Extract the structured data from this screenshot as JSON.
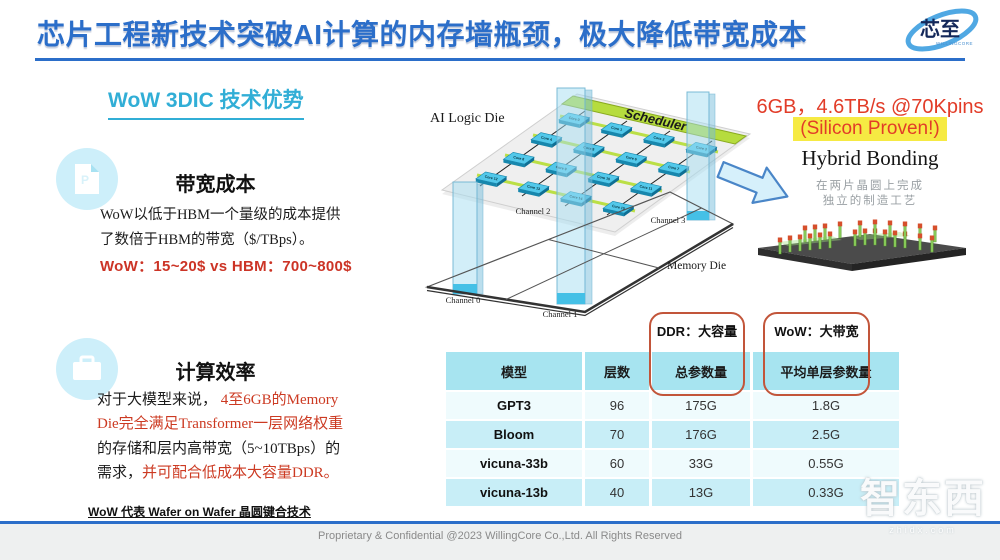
{
  "slide": {
    "title": "芯片工程新技术突破AI计算的内存墙瓶颈，极大降低带宽成本",
    "logo": {
      "name": "芯至",
      "subtitle": "WILLINGCORE"
    },
    "footer": "Proprietary & Confidential @2023 WillingCore Co.,Ltd. All Rights Reserved",
    "watermark": {
      "text": "智东西",
      "sub": "zhidx.com"
    }
  },
  "left": {
    "heading": "WoW 3DIC 技术优势",
    "bandwidth": {
      "title": "带宽成本",
      "line1": "WoW以低于HBM一个量级的成本提供",
      "line2": "了数倍于HBM的带宽（$/TBps）。",
      "highlight": "WoW：15~20$ vs HBM：700~800$"
    },
    "compute": {
      "title": "计算效率",
      "seg1": "对于大模型来说， ",
      "seg2": "4至6GB的Memory Die完全满足Transformer一层网络权重",
      "seg3": "的存储和层内高带宽（5~10TBps）的需求，",
      "seg4": "并可配合低成本大容量DDR。"
    },
    "footnote": "WoW 代表 Wafer on Wafer 晶圆键合技术"
  },
  "diagram": {
    "logic_die_label": "AI Logic Die",
    "scheduler_label": "Scheduler",
    "memory_die_label": "Memory Die",
    "channels": [
      "Channel 0",
      "Channel 1",
      "Channel 2",
      "Channel 3"
    ],
    "cores": [
      "Core 0",
      "Core 1",
      "Core 2",
      "Core 3",
      "Core 4",
      "Core 5",
      "Core 6",
      "Core 7",
      "Core 8",
      "Core 9",
      "Core 10",
      "Core 11",
      "Core 12",
      "Core 13",
      "Core 14",
      "Core 15"
    ]
  },
  "right": {
    "spec": "6GB，4.6TB/s @70Kpins",
    "proven": "(Silicon Proven!)",
    "bonding_title": "Hybrid Bonding",
    "bonding_line1": "在两片晶圆上完成",
    "bonding_line2": "独立的制造工艺"
  },
  "callouts": {
    "ddr": "DDR：大容量",
    "wow": "WoW：大带宽"
  },
  "table": {
    "headers": [
      "模型",
      "层数",
      "总参数量",
      "平均单层参数量"
    ],
    "rows": [
      [
        "GPT3",
        "96",
        "175G",
        "1.8G"
      ],
      [
        "Bloom",
        "70",
        "176G",
        "2.5G"
      ],
      [
        "vicuna-33b",
        "60",
        "33G",
        "0.55G"
      ],
      [
        "vicuna-13b",
        "40",
        "13G",
        "0.33G"
      ]
    ]
  },
  "colors": {
    "title_blue": "#2b6ec9",
    "heading_cyan": "#31aed6",
    "red_accent": "#cc3a22",
    "yellow_highlight": "#f6ea43",
    "table_header_cyan": "#a7e4f0",
    "row_cyan": "#c8eef7",
    "callout_border": "#c2553a",
    "scheduler_green": "#b6dc3e",
    "core_cyan": "#52c8ea"
  }
}
